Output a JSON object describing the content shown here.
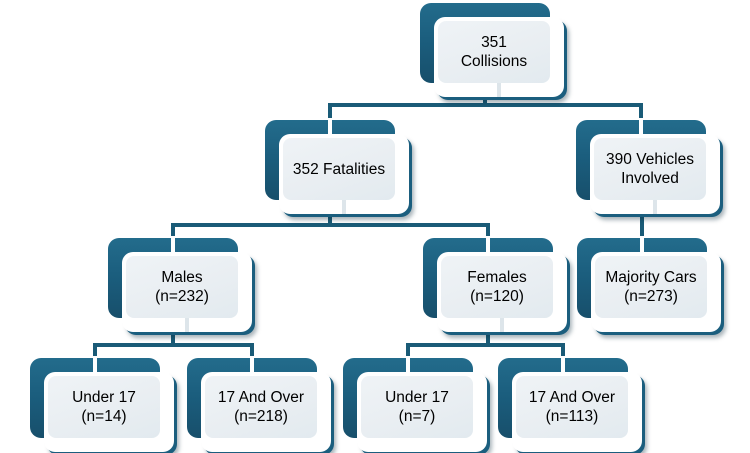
{
  "colors": {
    "teal_dark": "#1B5E7E",
    "connector": "#1A5B77",
    "panel_light": "#E9EEF2",
    "background": "#FFFFFF",
    "text": "#000000"
  },
  "nodes": {
    "collisions": {
      "label": "351\nCollisions"
    },
    "fatalities": {
      "label": "352 Fatalities"
    },
    "vehicles": {
      "label": "390 Vehicles\nInvolved"
    },
    "males": {
      "label": "Males\n(n=232)"
    },
    "females": {
      "label": "Females\n(n=120)"
    },
    "majority_cars": {
      "label": "Majority Cars\n(n=273)"
    },
    "males_under_17": {
      "label": "Under 17\n(n=14)"
    },
    "males_17_and_over": {
      "label": "17 And Over\n(n=218)"
    },
    "females_under_17": {
      "label": "Under 17\n(n=7)"
    },
    "females_17_and_over": {
      "label": "17 And Over\n(n=113)"
    }
  },
  "edges": [
    {
      "from": "collisions",
      "to": "fatalities"
    },
    {
      "from": "collisions",
      "to": "vehicles"
    },
    {
      "from": "fatalities",
      "to": "males"
    },
    {
      "from": "fatalities",
      "to": "females"
    },
    {
      "from": "vehicles",
      "to": "majority_cars"
    },
    {
      "from": "males",
      "to": "males_under_17"
    },
    {
      "from": "males",
      "to": "males_17_and_over"
    },
    {
      "from": "females",
      "to": "females_under_17"
    },
    {
      "from": "females",
      "to": "females_17_and_over"
    }
  ]
}
